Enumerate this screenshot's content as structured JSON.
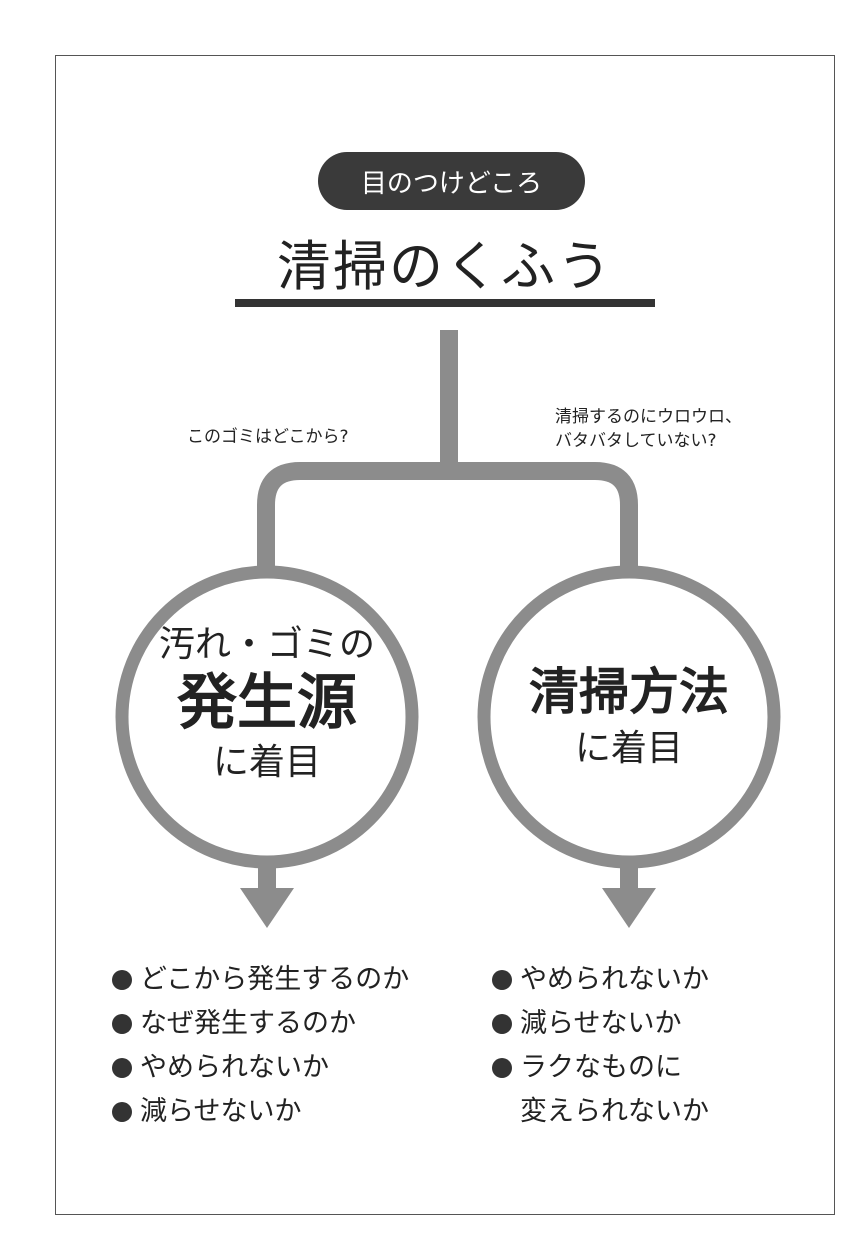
{
  "header": {
    "label": "目のつけどころ",
    "title": "清掃のくふう"
  },
  "questions": {
    "left": "このゴミはどこから?",
    "right": [
      "清掃するのにウロウロ、",
      "バタバタしていない?"
    ]
  },
  "left_circle": {
    "line1": "汚れ・ゴミの",
    "line2": "発生源",
    "line3": "に着目"
  },
  "right_circle": {
    "line1": "清掃方法",
    "line2": "に着目"
  },
  "left_list": [
    "どこから発生するのか",
    "なぜ発生するのか",
    "やめられないか",
    "減らせないか"
  ],
  "right_list": [
    "やめられないか",
    "減らせないか",
    "ラクなものに",
    "変えられないか"
  ],
  "colors": {
    "line": "#8c8c8c",
    "dark": "#333333"
  }
}
